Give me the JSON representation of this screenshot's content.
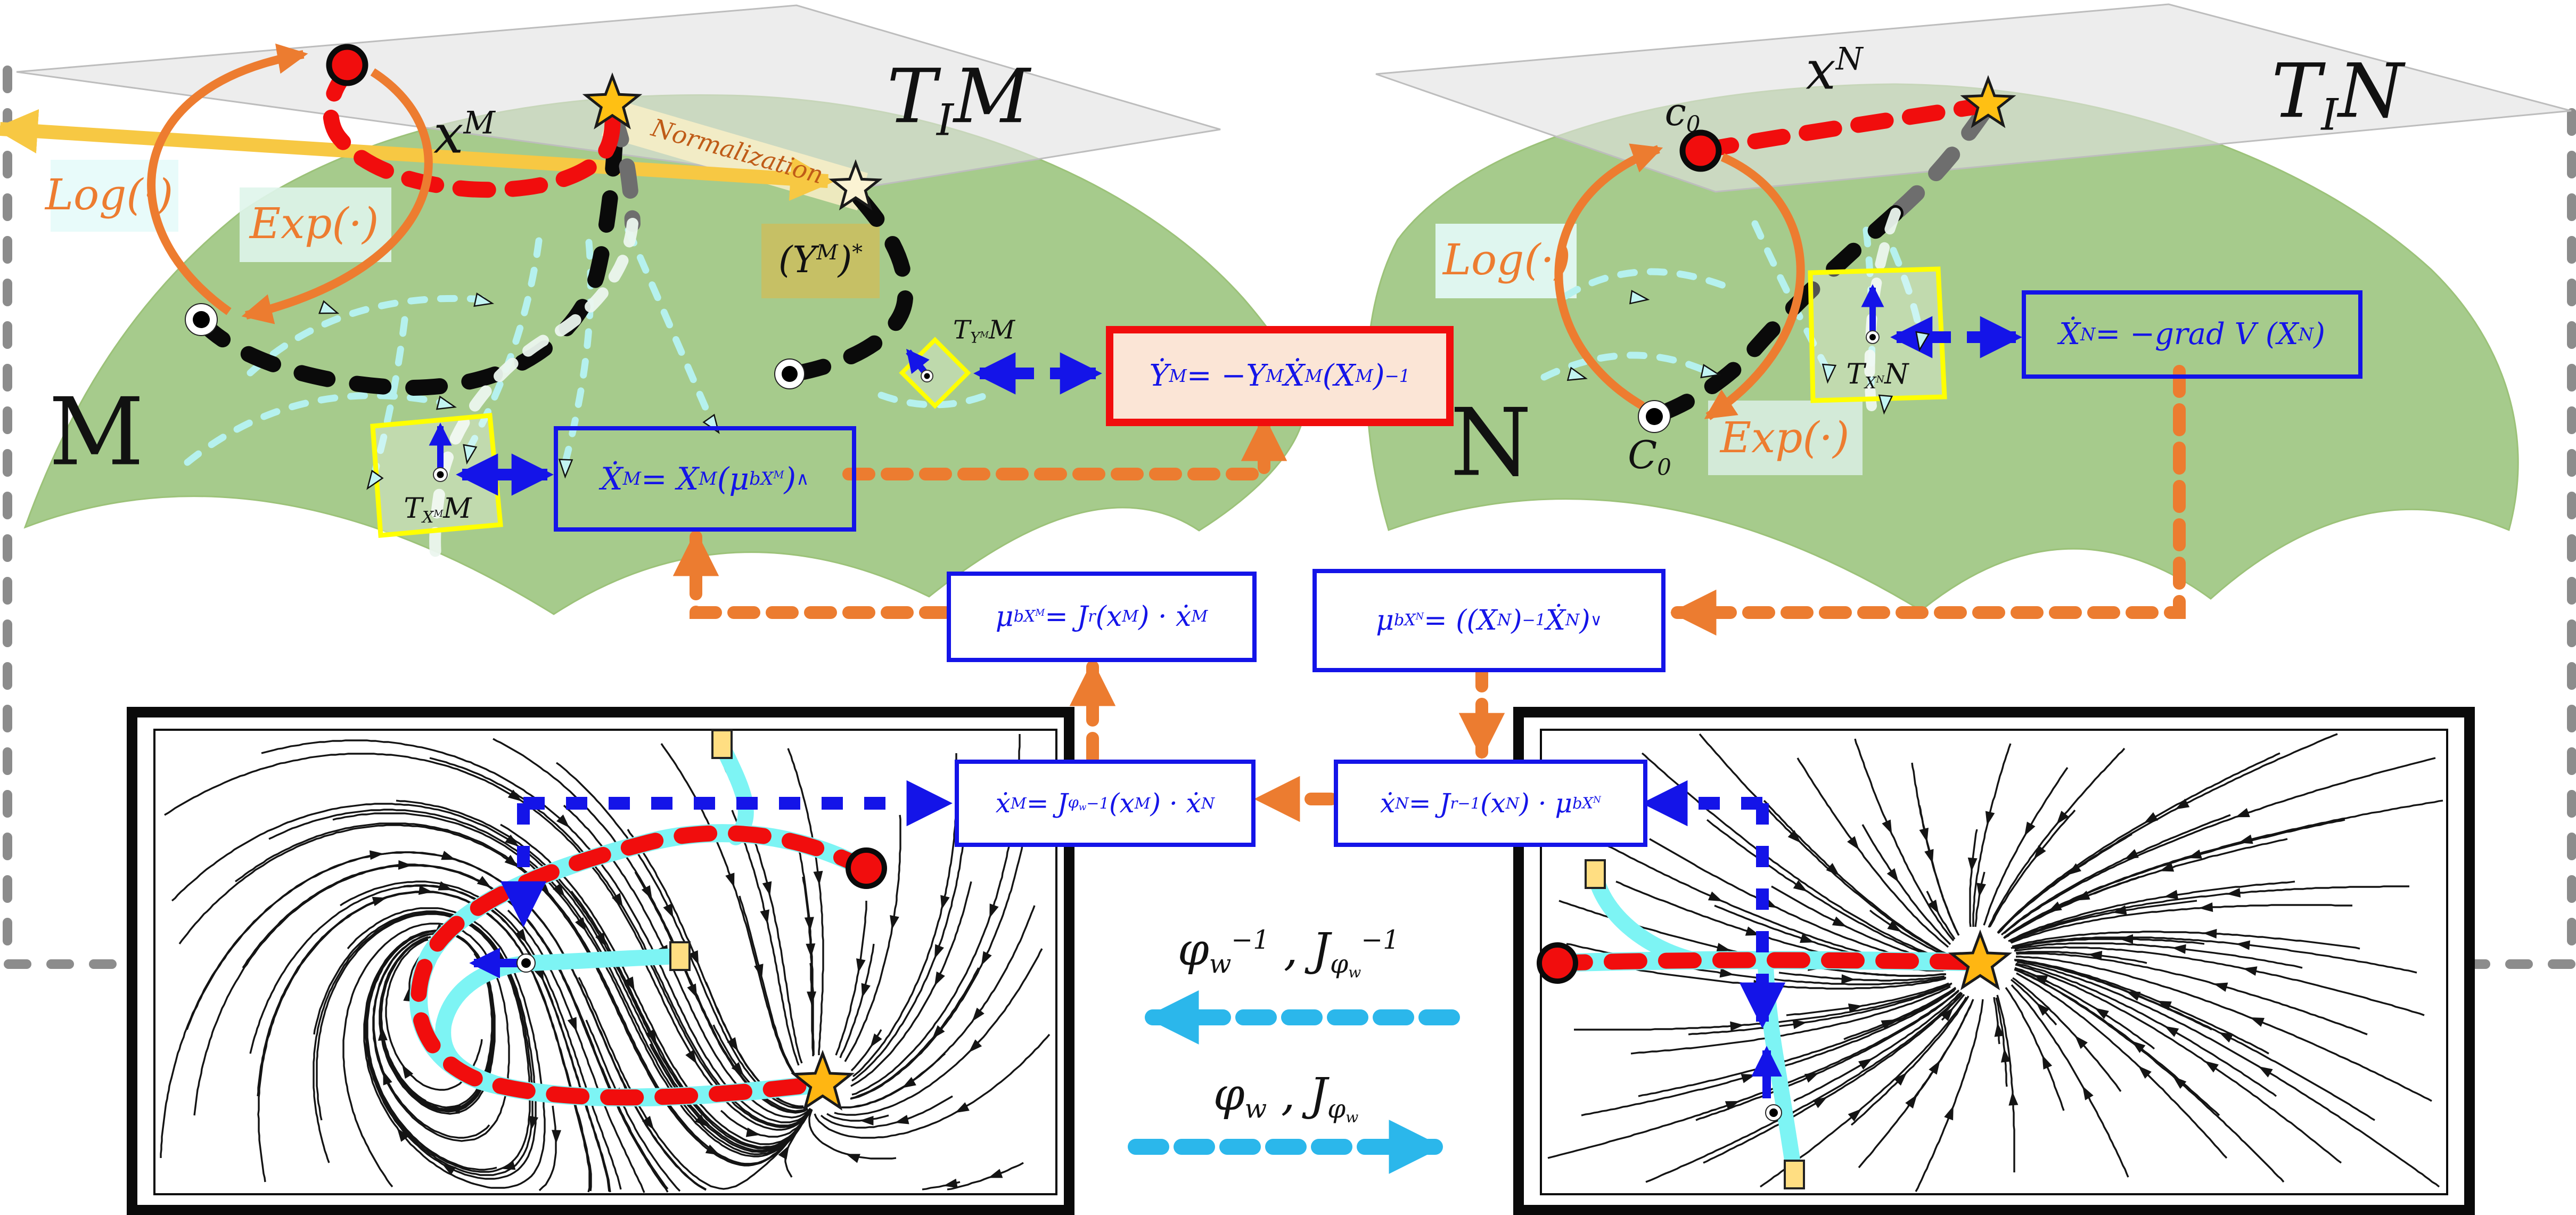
{
  "left": {
    "manifold_label": "M",
    "tangent_plane_label": "T_{I}M",
    "trajectory_label": "x^M",
    "log_map_label": "Log(·)",
    "exp_map_label": "Exp(·)",
    "normalization_label": "Normalization",
    "normalized_star_label": "(Y^M)^*",
    "tangent_space_x_label": "T_{X^M}M",
    "tangent_space_y_label": "T_{Y^M}M"
  },
  "right": {
    "manifold_label": "N",
    "tangent_plane_label": "T_{I}N",
    "trajectory_label": "x^N",
    "start_point_label": "c_0",
    "manifold_start_label": "C_0",
    "log_map_label": "Log(·)",
    "exp_map_label": "Exp(·)",
    "tangent_space_label": "T_{X^N}N"
  },
  "equations": {
    "ydot": "Ẏ^M = −Y^M Ẋ^M (X^M)^{−1}",
    "Xdot_M": "Ẋ^M = X^M (μ_b^{X^M})^∧",
    "mu_M": "μ_b^{X^M} = J_r (x^M) · ẋ^M",
    "mu_N": "μ_b^{X^N} = ((X^N)^{−1} Ẋ^N)^∨",
    "xdot_M": "ẋ^M = J_{φ_w}^{−1} (x^M) · ẋ^N",
    "xdot_N": "ẋ^N = J_r^{−1} (x^N) · μ_b^{X^N}",
    "grad_N": "Ẋ^N = −grad V (X^N)"
  },
  "mappings": {
    "inverse": "φ_w^{−1} , J_{φ_w}^{−1}",
    "forward": "φ_w , J_{φ_w}"
  },
  "colors": {
    "manifold_green": "#A6CB8C",
    "tangent_plane_gray": "#E6E6E6",
    "formula_blue": "#1414E8",
    "highlight_red": "#F10D0D",
    "connector_orange": "#EC7C30",
    "map_cyan": "#2BB7EB",
    "trajectory_cyan": "#7DF4F4",
    "star_gold": "#FFC013",
    "tangent_frame_yellow": "#FFFF00",
    "normalization_yellow": "#F7C843"
  }
}
